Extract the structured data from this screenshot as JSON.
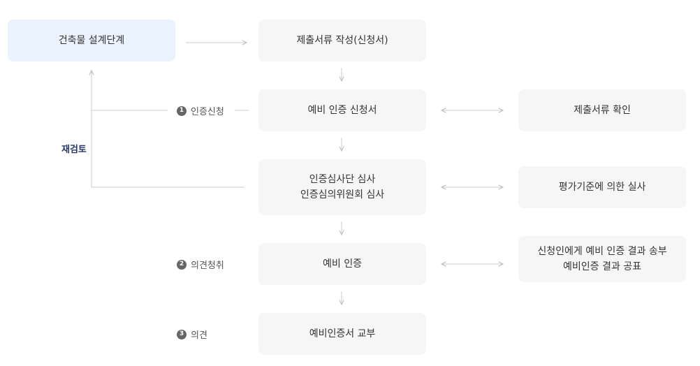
{
  "steps": {
    "design_stage": "건축물 설계단계",
    "submit_docs": "제출서류 작성(신청서)",
    "prelim_application": "예비 인증 신청서",
    "review_line1": "인증심사단 심사",
    "review_line2": "인증심의위원회 심사",
    "prelim_cert": "예비 인증",
    "issue_cert": "예비인증서 교부"
  },
  "side_steps": {
    "check_docs": "제출서류 확인",
    "site_inspection": "평가기준에 의한 실사",
    "notify_line1": "신청인에게 예비 인증 결과 송부",
    "notify_line2": "예비인증 결과 공표"
  },
  "labels": {
    "recheck": "재검토",
    "stage1_num": "1",
    "stage1": "인증신청",
    "stage2_num": "2",
    "stage2": "의견청취",
    "stage3_num": "3",
    "stage3": "의견"
  },
  "colors": {
    "box_bg": "#f6f6f7",
    "start_bg": "#eaf3fd",
    "line": "#cccccc",
    "recheck": "#24376e"
  }
}
